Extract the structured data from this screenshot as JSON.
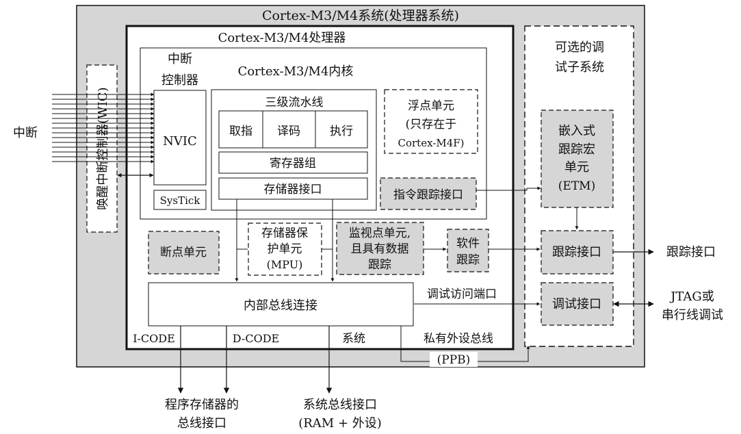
{
  "system_title": "Cortex-M3/M4系统(处理器系统)",
  "processor_title": "Cortex-M3/M4处理器",
  "core_title": "Cortex-M3/M4内核",
  "interrupt_controller": [
    "中断",
    "控制器"
  ],
  "nvic": "NVIC",
  "systick": "SysTick",
  "wic": "唤醒中断控制器(WIC)",
  "interrupt_label": "中断",
  "pipeline": {
    "title": "三级流水线",
    "stages": [
      "取指",
      "译码",
      "执行"
    ]
  },
  "register_bank": "寄存器组",
  "memory_interface": "存储器接口",
  "fpu": [
    "浮点单元",
    "(只存在于",
    "Cortex-M4F)"
  ],
  "instruction_trace": "指令跟踪接口",
  "breakpoint_unit": "断点单元",
  "mpu": [
    "存储器保",
    "护单元",
    "(MPU)"
  ],
  "watchpoint": [
    "监视点单元,",
    "且具有数据",
    "跟踪"
  ],
  "software_trace": [
    "软件",
    "跟踪"
  ],
  "debug_access_port": "调试访问端口",
  "internal_bus": "内部总线连接",
  "bus_labels": {
    "icode": "I-CODE",
    "dcode": "D-CODE",
    "system": "系统",
    "private_bus": "私有外设总线",
    "ppb": "(PPB)"
  },
  "debug_subsystem": [
    "可选的调",
    "试子系统"
  ],
  "etm": [
    "嵌入式",
    "跟踪宏",
    "单元",
    "(ETM)"
  ],
  "trace_port": "跟踪接口",
  "debug_port": "调试接口",
  "outside_trace": "跟踪接口",
  "jtag": [
    "JTAG或",
    "串行线调试"
  ],
  "program_memory_bus": [
    "程序存储器的",
    "总线接口"
  ],
  "system_bus": [
    "系统总线接口",
    "(RAM + 外设)"
  ],
  "colors": {
    "gray_fill": "#d6d6d6",
    "white": "#ffffff",
    "stroke": "#111111"
  }
}
